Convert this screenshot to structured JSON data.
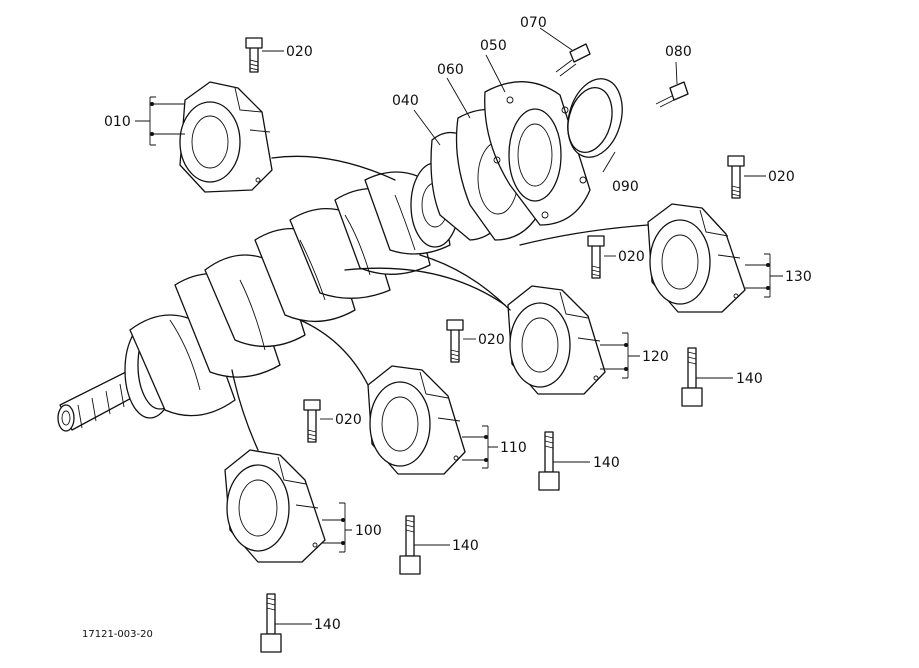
{
  "labels": {
    "p010": "010",
    "p020": "020",
    "p040": "040",
    "p050": "050",
    "p060": "060",
    "p070": "070",
    "p080": "080",
    "p090": "090",
    "p100": "100",
    "p110": "110",
    "p120": "120",
    "p130": "130",
    "p140": "140"
  },
  "diagram_code": "17121-003-20"
}
